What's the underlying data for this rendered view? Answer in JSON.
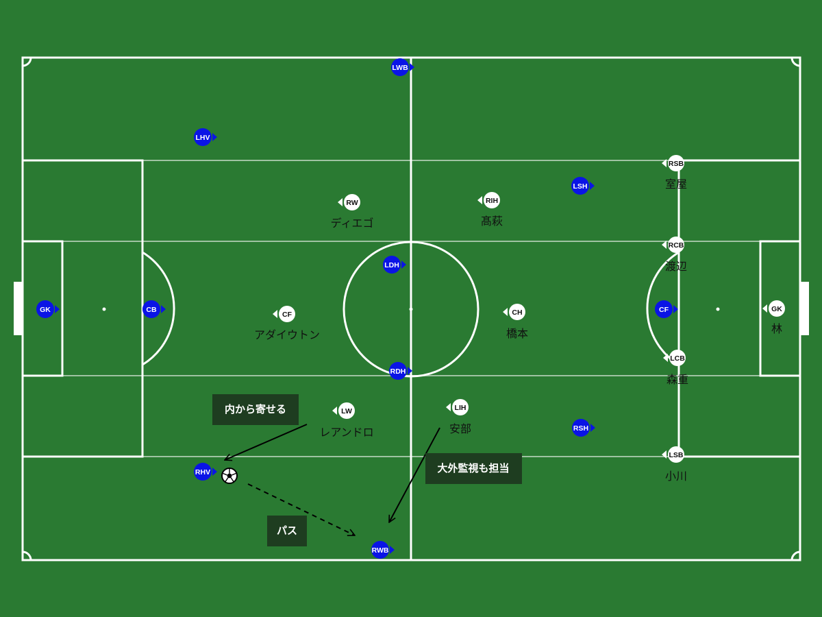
{
  "colors": {
    "background": "#2a7a32",
    "line": "#ffffff",
    "team_blue": "#0a14e6",
    "team_white": "#ffffff",
    "note_box": "#1e3d20"
  },
  "blue_team": [
    {
      "id": "gk",
      "label": "GK",
      "dir": "right"
    },
    {
      "id": "cb",
      "label": "CB",
      "dir": "right"
    },
    {
      "id": "lhv",
      "label": "LHV",
      "dir": "right"
    },
    {
      "id": "rhv",
      "label": "RHV",
      "dir": "right"
    },
    {
      "id": "lwb",
      "label": "LWB",
      "dir": "right"
    },
    {
      "id": "rwb",
      "label": "RWB",
      "dir": "right"
    },
    {
      "id": "ldh",
      "label": "LDH",
      "dir": "right"
    },
    {
      "id": "rdh",
      "label": "RDH",
      "dir": "right"
    },
    {
      "id": "lsh",
      "label": "LSH",
      "dir": "right"
    },
    {
      "id": "rsh",
      "label": "RSH",
      "dir": "right"
    },
    {
      "id": "cf",
      "label": "CF",
      "dir": "right"
    }
  ],
  "white_team": [
    {
      "id": "gk",
      "label": "GK",
      "name": "林",
      "dir": "left"
    },
    {
      "id": "rsb",
      "label": "RSB",
      "name": "室屋",
      "dir": "left"
    },
    {
      "id": "rcb",
      "label": "RCB",
      "name": "渡辺",
      "dir": "left"
    },
    {
      "id": "lcb",
      "label": "LCB",
      "name": "森重",
      "dir": "left"
    },
    {
      "id": "lsb",
      "label": "LSB",
      "name": "小川",
      "dir": "left"
    },
    {
      "id": "rih",
      "label": "RIH",
      "name": "髙萩",
      "dir": "left"
    },
    {
      "id": "ch",
      "label": "CH",
      "name": "橋本",
      "dir": "left"
    },
    {
      "id": "lih",
      "label": "LIH",
      "name": "安部",
      "dir": "left"
    },
    {
      "id": "rw",
      "label": "RW",
      "name": "ディエゴ",
      "dir": "left"
    },
    {
      "id": "cf",
      "label": "CF",
      "name": "アダイウトン",
      "dir": "left"
    },
    {
      "id": "lw",
      "label": "LW",
      "name": "レアンドロ",
      "dir": "left"
    }
  ],
  "annotations": {
    "press_inside": "内から寄せる",
    "pass": "パス",
    "outside_watch": "大外監視も担当"
  },
  "ball": {
    "icon": "soccer-ball-icon"
  }
}
